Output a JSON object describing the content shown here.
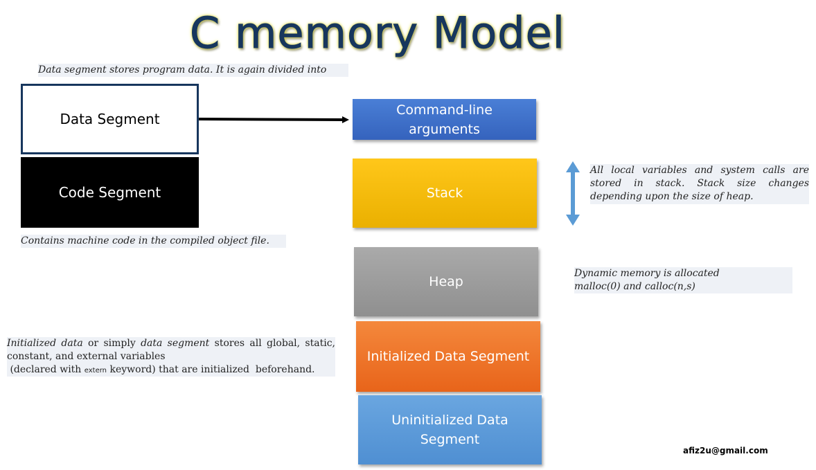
{
  "title": "C memory Model",
  "notes": {
    "data_segment_note": "Data segment stores program data. It is again divided into",
    "code_segment_note": "Contains machine code in the compiled object file.",
    "stack_note": {
      "line1": "All local variables and system calls are",
      "line2": "stored in stack. Stack size changes",
      "line3": "depending upon the size of heap."
    },
    "heap_note": {
      "line1": "Dynamic memory is allocated",
      "line2": "malloc(0) and calloc(n,s)"
    },
    "initialized_note": {
      "part1_italic": "Initialized data",
      "part2": " or simply ",
      "part3_italic": "data segment",
      "part4": " stores all global, static,",
      "line2": "constant, and external variables",
      "line3_a": " (declared with ",
      "line3_small": "extern",
      "line3_b": " keyword) that are initialized  beforehand."
    }
  },
  "left_boxes": {
    "data_segment": "Data Segment",
    "code_segment": "Code Segment"
  },
  "segments": {
    "command_line": "Command-line arguments",
    "stack": "Stack",
    "heap": "Heap",
    "initialized": "Initialized Data Segment",
    "uninitialized": "Uninitialized Data Segment"
  },
  "email": "afiz2u@gmail.com",
  "colors": {
    "title": "#17365d",
    "command_line": "#3f6fc8",
    "stack": "#f2b800",
    "heap": "#9a9a9a",
    "initialized": "#ee7227",
    "uninitialized": "#5b9ad8",
    "arrow_blue": "#5b9bd5"
  }
}
